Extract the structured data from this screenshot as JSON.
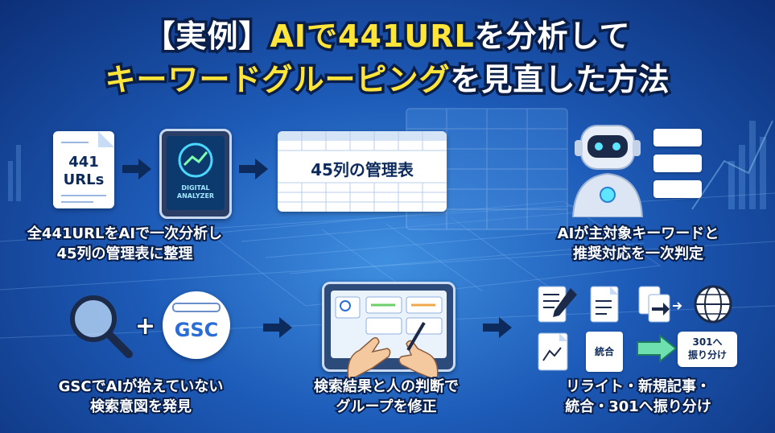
{
  "title": {
    "line1_pre": "【実例】",
    "line1_hl": "AIで441URL",
    "line1_post": "を分析して",
    "line2_hl": "キーワードグルーピング",
    "line2_post": "を見直した方法"
  },
  "steps": {
    "urls_doc": {
      "line1": "441",
      "line2": "URLs"
    },
    "analyzer": {
      "line1": "DIGITAL",
      "line2": "ANALYZER"
    },
    "table_label": "45列の管理表",
    "gsc_label": "GSC",
    "consolidate_label": "統合",
    "redirect_label": {
      "line1": "301へ",
      "line2": "振り分け"
    }
  },
  "captions": {
    "c1": {
      "line1": "全441URLをAIで一次分析し",
      "line2": "45列の管理表に整理"
    },
    "c2": {
      "line1": "AIが主対象キーワードと",
      "line2": "推奨対応を一次判定"
    },
    "c3": {
      "line1": "GSCでAIが拾えていない",
      "line2": "検索意図を発見"
    },
    "c4": {
      "line1": "検索結果と人の判断で",
      "line2": "グループを修正"
    },
    "c5": {
      "line1": "リライト・新規記事・",
      "line2": "統合・301へ振り分け"
    }
  },
  "colors": {
    "highlight": "#ffe53a",
    "arrow": "#0d2a5c",
    "bg_dark": "#0d2f78",
    "bg_light": "#3f8fe0"
  }
}
